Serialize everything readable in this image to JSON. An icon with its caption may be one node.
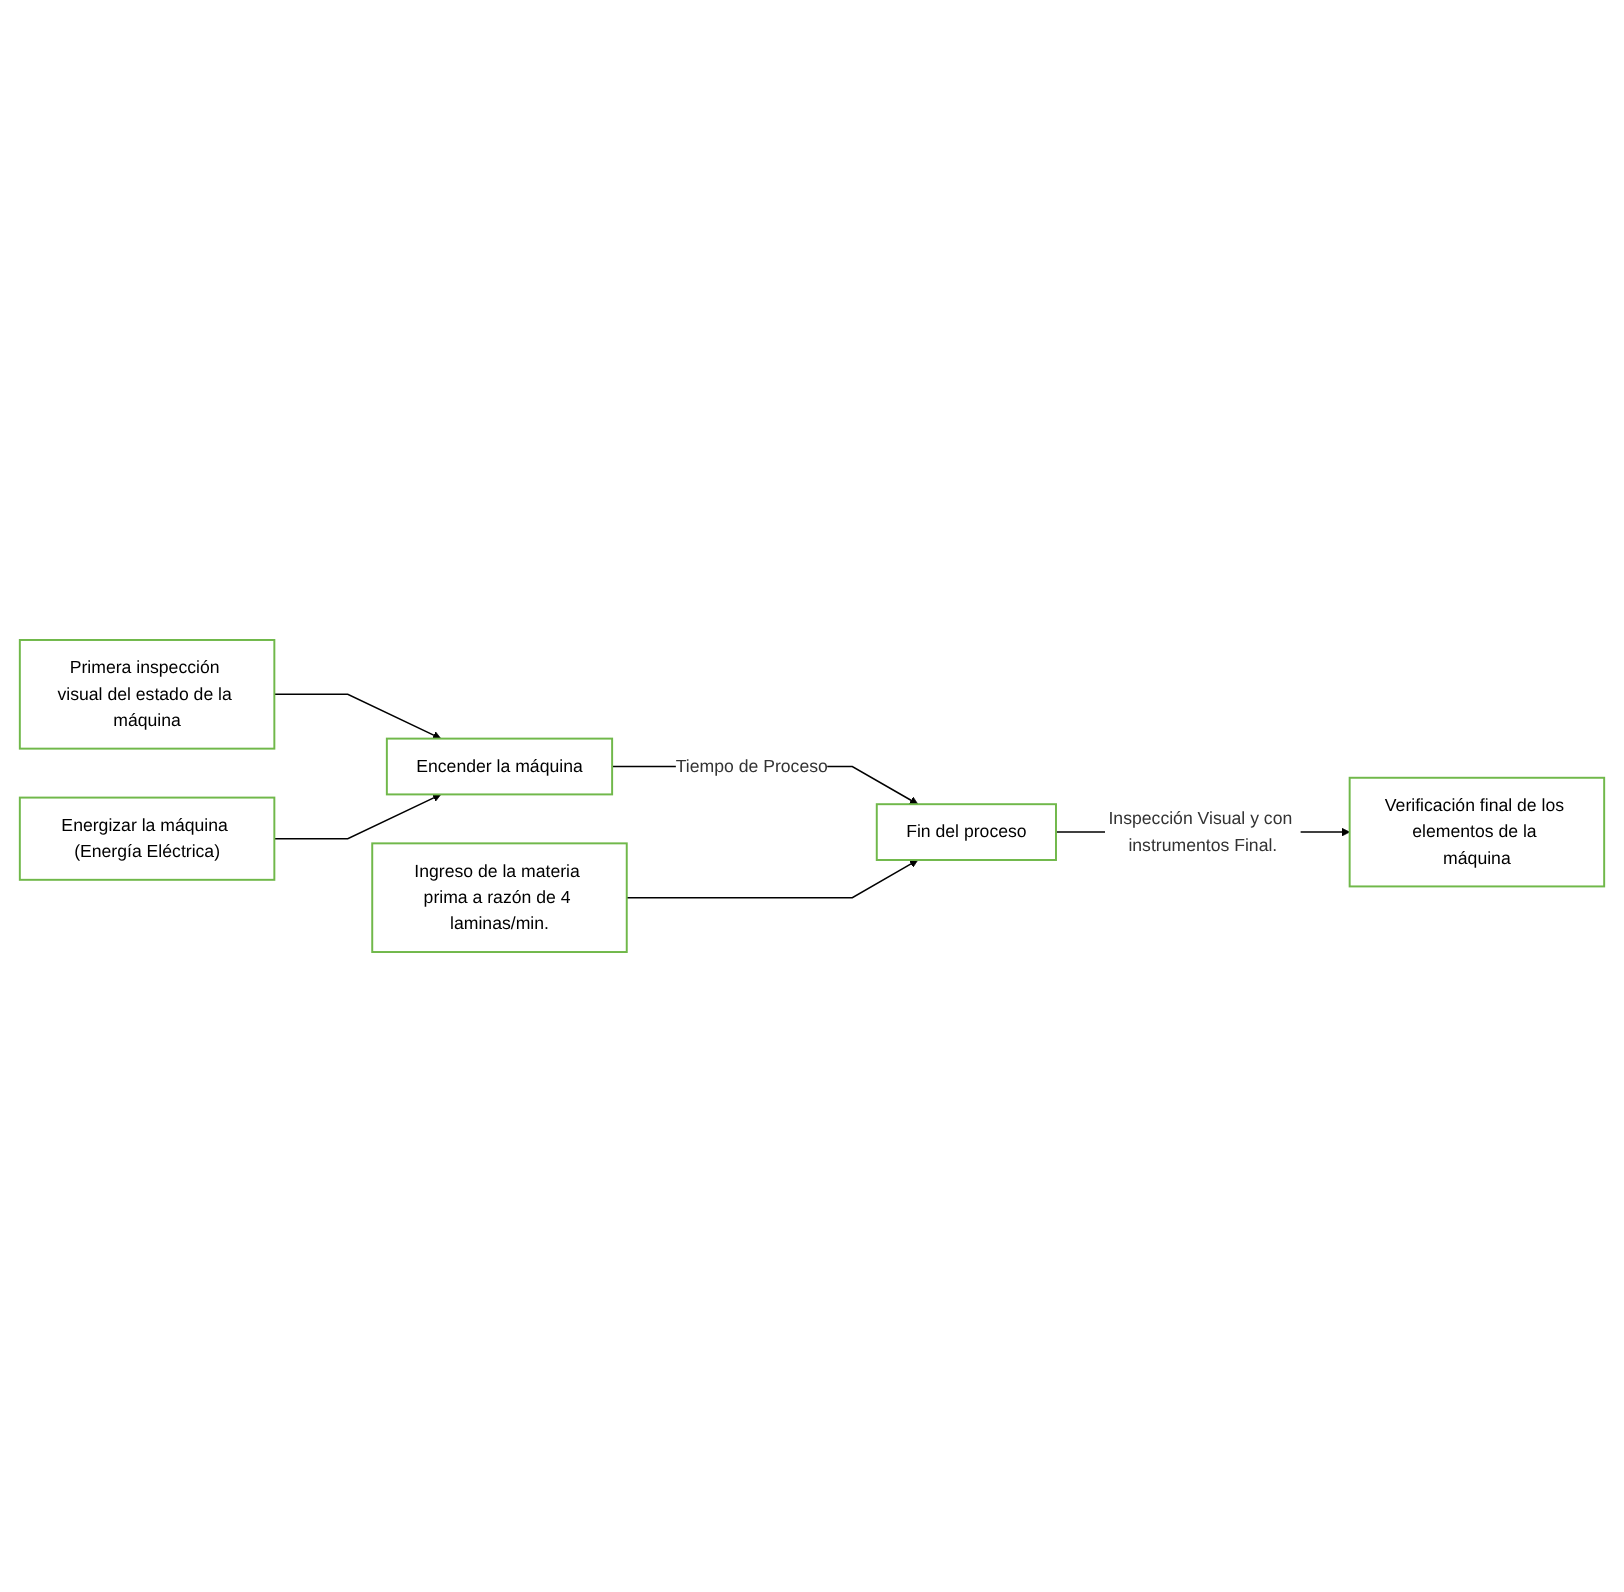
{
  "diagram": {
    "nodes": [
      {
        "text": [
          "Primera inspección visual del estado de la máquina"
        ]
      },
      {
        "text": [
          "Energizar la máquina (Energía Eléctrica)"
        ]
      },
      {
        "text": [
          "Encender la máquina"
        ]
      },
      {
        "text": [
          "Ingreso de la materia prima a razón de 4 laminas/min."
        ]
      },
      {
        "text": [
          "Fin del proceso"
        ]
      },
      {
        "text": [
          "Verificación final de los elementos de la máquina"
        ]
      }
    ],
    "edges": [
      {
        "from": 0,
        "to": 2,
        "arrow": "to"
      },
      {
        "from": 1,
        "to": 2,
        "arrow": "to"
      },
      {
        "from": 2,
        "to": 4,
        "arrow": "to",
        "label": "Tiempo de Proceso"
      },
      {
        "from": 3,
        "to": 4,
        "arrow": "to"
      },
      {
        "from": 4,
        "to": 5,
        "arrow": "to",
        "label": "Inspección Visual y con instrumentos Final."
      }
    ]
  }
}
